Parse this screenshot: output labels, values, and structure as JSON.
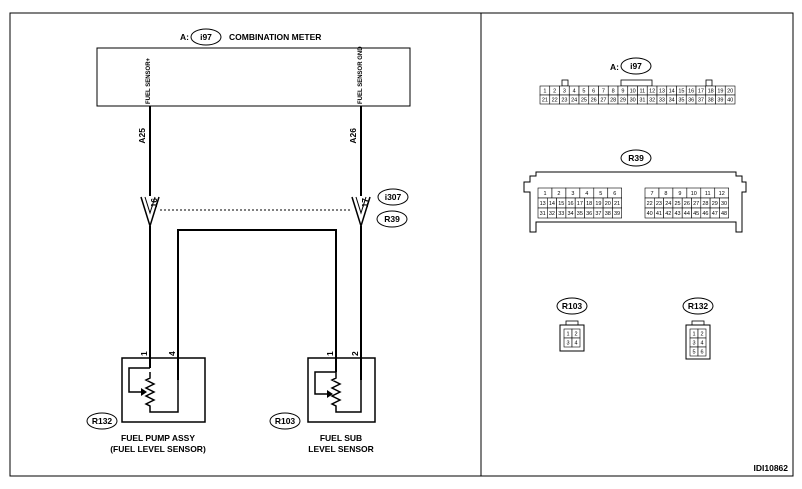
{
  "header": {
    "prefix": "A:",
    "connector": "i97",
    "title": "COMBINATION METER"
  },
  "meter": {
    "pin_left_label": "FUEL SENSOR+",
    "pin_right_label": "FUEL SENSOR GND",
    "wire_left": "A25",
    "wire_right": "A26"
  },
  "junction": {
    "pin_left": "16",
    "pin_right": "17",
    "connector_top": "i307",
    "connector_bottom": "R39"
  },
  "pump": {
    "connector": "R132",
    "pin_a": "1",
    "pin_b": "4",
    "name_line1": "FUEL PUMP ASSY",
    "name_line2": "(FUEL LEVEL SENSOR)"
  },
  "sub": {
    "connector": "R103",
    "pin_a": "1",
    "pin_b": "2",
    "name_line1": "FUEL SUB",
    "name_line2": "LEVEL SENSOR"
  },
  "right_panel": {
    "i97": {
      "prefix": "A:",
      "label": "i97",
      "row1": [
        "1",
        "2",
        "3",
        "4",
        "5",
        "6",
        "7",
        "8",
        "9",
        "10",
        "11",
        "12",
        "13",
        "14",
        "15",
        "16",
        "17",
        "18",
        "19",
        "20"
      ],
      "row2": [
        "21",
        "22",
        "23",
        "24",
        "25",
        "26",
        "27",
        "28",
        "29",
        "30",
        "31",
        "32",
        "33",
        "34",
        "35",
        "36",
        "37",
        "38",
        "39",
        "40"
      ]
    },
    "r39": {
      "label": "R39",
      "left_row1": [
        "1",
        "2",
        "3",
        "4",
        "5",
        "6"
      ],
      "left_row2": [
        "13",
        "14",
        "15",
        "16",
        "17",
        "18",
        "19",
        "20",
        "21"
      ],
      "left_row3": [
        "31",
        "32",
        "33",
        "34",
        "35",
        "36",
        "37",
        "38",
        "39"
      ],
      "right_row1": [
        "7",
        "8",
        "9",
        "10",
        "11",
        "12"
      ],
      "right_row2": [
        "22",
        "23",
        "24",
        "25",
        "26",
        "27",
        "28",
        "29",
        "30"
      ],
      "right_row3": [
        "40",
        "41",
        "42",
        "43",
        "44",
        "45",
        "46",
        "47",
        "48"
      ]
    },
    "r103": {
      "label": "R103",
      "pins": [
        "1",
        "2",
        "3",
        "4"
      ]
    },
    "r132": {
      "label": "R132",
      "pins": [
        "1",
        "2",
        "3",
        "4",
        "5",
        "6"
      ]
    }
  },
  "footer_code": "IDI10862"
}
